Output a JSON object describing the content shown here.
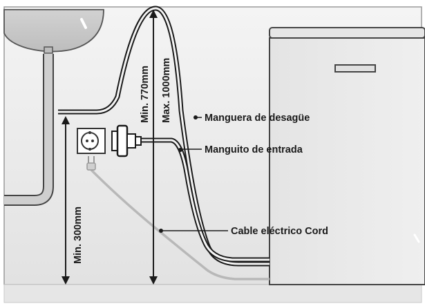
{
  "labels": {
    "drain_hose": "Manguera de desagüe",
    "inlet_hose": "Manguito de entrada",
    "power_cable": "Cable eléctrico Cord",
    "min_height_300": "Min. 300mm",
    "min_height_770": "Min. 770mm",
    "max_height_1000": "Max. 1000mm"
  },
  "colors": {
    "background_top": "#f2f2f2",
    "background_bottom": "#e3e3e3",
    "floor": "#e6e6e6",
    "line": "#1a1a1a",
    "cable": "#b5b5b5",
    "appliance": "#e9e9e9"
  }
}
